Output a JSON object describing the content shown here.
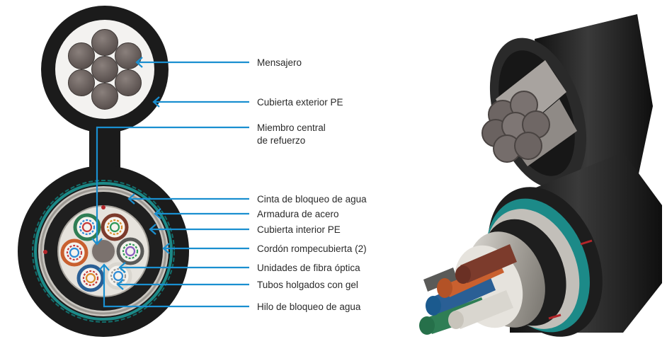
{
  "labels": [
    {
      "id": "mensajero",
      "text": "Mensajero"
    },
    {
      "id": "cubierta-exterior",
      "text": "Cubierta exterior PE"
    },
    {
      "id": "miembro-central-1",
      "text": "Miembro central"
    },
    {
      "id": "miembro-central-2",
      "text": "de refuerzo"
    },
    {
      "id": "cinta-bloqueo",
      "text": "Cinta de bloqueo de agua"
    },
    {
      "id": "armadura",
      "text": "Armadura de acero"
    },
    {
      "id": "cubierta-interior",
      "text": "Cubierta interior PE"
    },
    {
      "id": "cordon",
      "text": "Cordón rompecubierta (2)"
    },
    {
      "id": "unidades-fibra",
      "text": "Unidades de fibra óptica"
    },
    {
      "id": "tubos",
      "text": "Tubos holgados con gel"
    },
    {
      "id": "hilo",
      "text": "Hilo de bloqueo de agua"
    }
  ],
  "colors": {
    "leader": "#1a8fd0",
    "sheath": "#1b1b1b",
    "messenger_wire": "#6b6260",
    "armor": "#b9b6b1",
    "water_tape": "#1c8a88",
    "tube_green": "#2f7e55",
    "tube_brown": "#7c3b2c",
    "tube_orange": "#c9602f",
    "tube_gray": "#5a5a58",
    "tube_blue": "#2a5f95",
    "tube_white": "#d9d6cf",
    "ripcord": "#b3262a"
  }
}
